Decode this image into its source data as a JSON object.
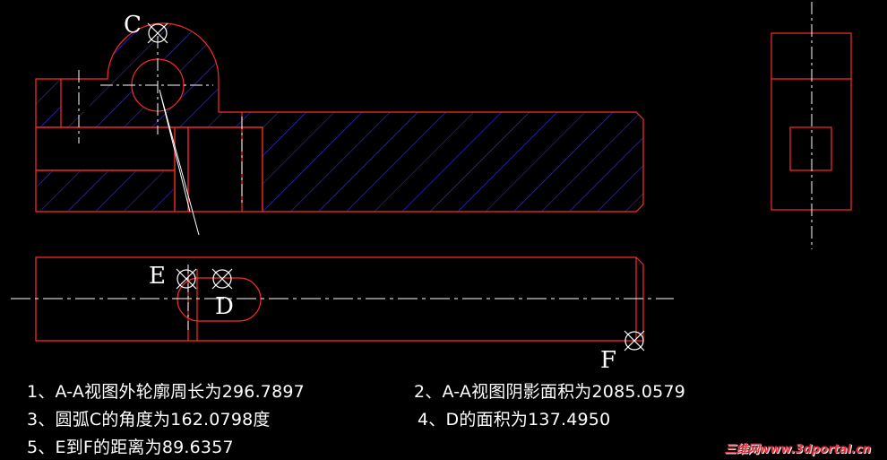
{
  "labels": {
    "c": "C",
    "e": "E",
    "d": "D",
    "f": "F"
  },
  "notes": [
    "1、A-A视图外轮廓周长为296.7897",
    "2、A-A视图阴影面积为2085.0579",
    "3、圆弧C的角度为162.0798度",
    "4、D的面积为137.4950",
    "5、E到F的距离为89.6357"
  ],
  "watermark": "三维网www.3dportal.cn",
  "colors": {
    "background": "#000000",
    "outline": "#ff2a2a",
    "hatch": "#3a3aff",
    "centerline": "#ffffff",
    "text": "#ffffff"
  }
}
